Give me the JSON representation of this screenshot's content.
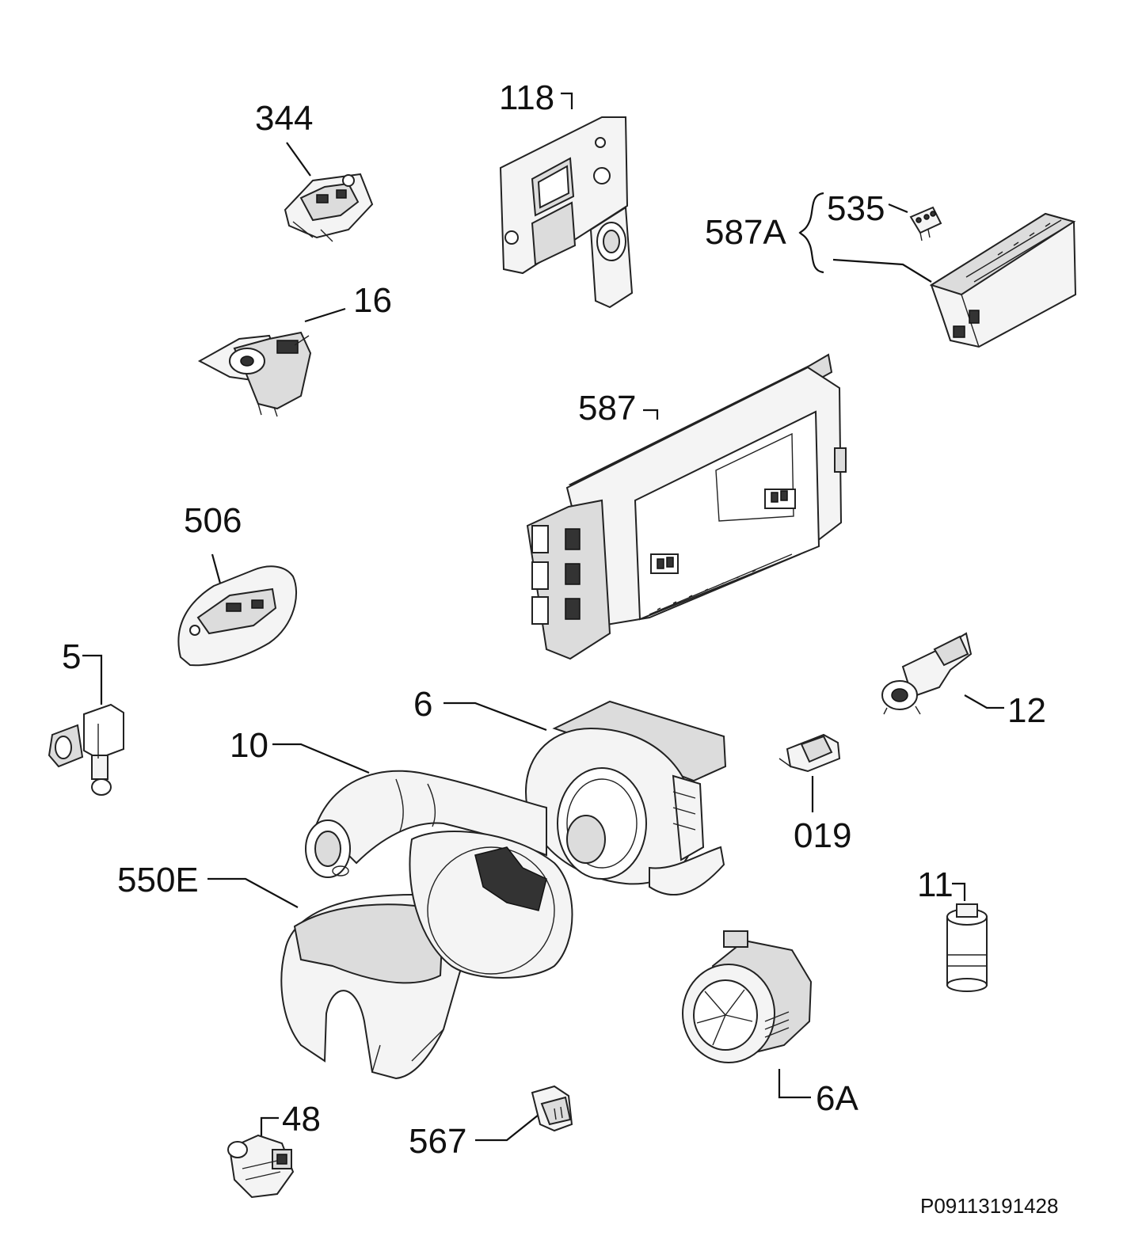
{
  "diagram": {
    "labels": {
      "p344": "344",
      "p118": "118",
      "p587a": "587A",
      "p535": "535",
      "p16": "16",
      "p587": "587",
      "p506": "506",
      "p5": "5",
      "p6": "6",
      "p12": "12",
      "p10": "10",
      "p019": "019",
      "p550e": "550E",
      "p11": "11",
      "p6a": "6A",
      "p48": "48",
      "p567": "567"
    },
    "drawing_code": "P09113191428"
  }
}
